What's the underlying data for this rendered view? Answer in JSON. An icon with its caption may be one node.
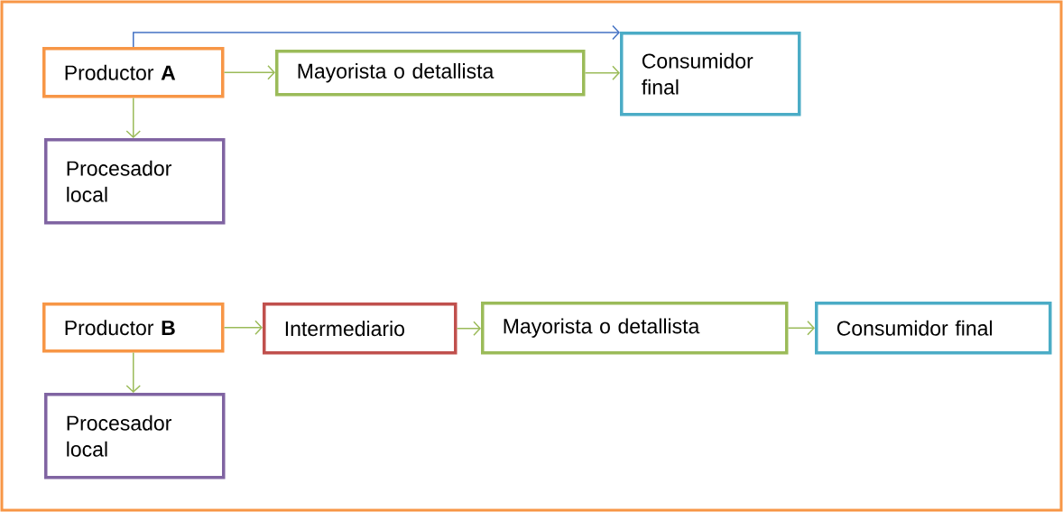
{
  "diagram": {
    "nodes": [
      {
        "text": [
          "Productor **A**"
        ]
      },
      {
        "text": [
          "Mayorista o detallista"
        ]
      },
      {
        "text": [
          "Consumidor final"
        ]
      },
      {
        "text": [
          "Procesador local"
        ]
      },
      {
        "text": [
          "Productor **B**"
        ]
      },
      {
        "text": [
          "Intermediario"
        ]
      },
      {
        "text": [
          "Mayorista o detallista"
        ]
      },
      {
        "text": [
          "Consumidor final"
        ]
      },
      {
        "text": [
          "Procesador local"
        ]
      }
    ],
    "edges": [
      {
        "from": 0,
        "to": 1,
        "arrow": "to"
      },
      {
        "from": 1,
        "to": 2,
        "arrow": "to"
      },
      {
        "from": 0,
        "to": 2,
        "arrow": "to",
        "color": "#4472c4"
      },
      {
        "from": 0,
        "to": 3,
        "arrow": "to"
      },
      {
        "from": 4,
        "to": 5,
        "arrow": "to"
      },
      {
        "from": 5,
        "to": 6,
        "arrow": "to"
      },
      {
        "from": 6,
        "to": 7,
        "arrow": "to"
      },
      {
        "from": 4,
        "to": 8,
        "arrow": "to"
      }
    ]
  }
}
